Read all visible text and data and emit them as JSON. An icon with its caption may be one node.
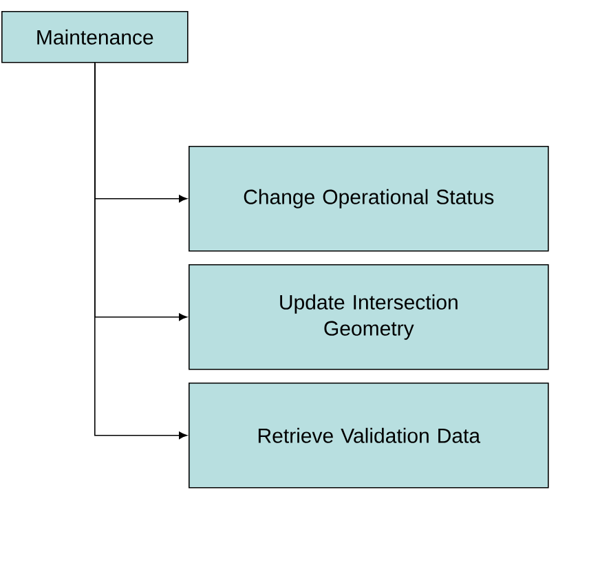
{
  "diagram": {
    "nodes": [
      {
        "text": [
          "Maintenance"
        ]
      },
      {
        "text": [
          "Change Operational Status"
        ]
      },
      {
        "text": [
          "Update Intersection Geometry"
        ]
      },
      {
        "text": [
          "Retrieve Validation Data"
        ]
      }
    ],
    "edges": [
      {
        "from": 0,
        "to": 1,
        "arrow": "to"
      },
      {
        "from": 0,
        "to": 2,
        "arrow": "to"
      },
      {
        "from": 0,
        "to": 3,
        "arrow": "to"
      }
    ]
  }
}
